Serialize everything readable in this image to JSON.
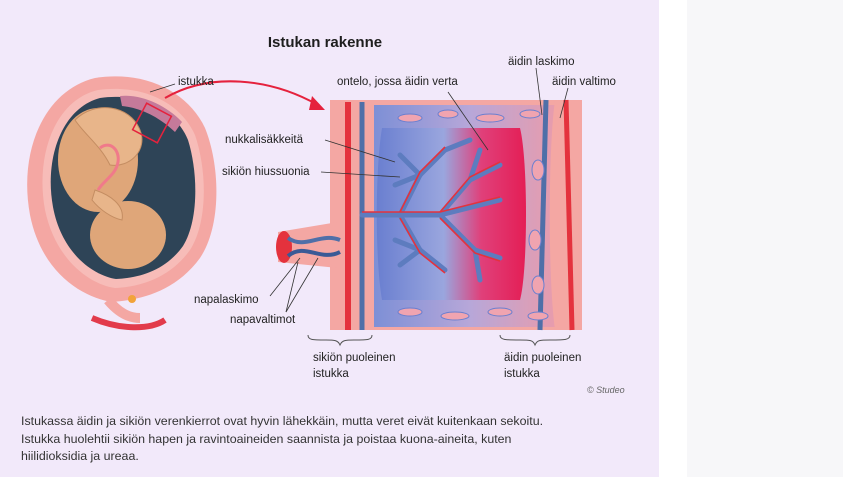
{
  "diagram": {
    "title": "Istukan rakenne",
    "labels": {
      "placenta": "istukka",
      "cavity": "ontelo, jossa äidin verta",
      "mother_vein": "äidin laskimo",
      "mother_artery": "äidin valtimo",
      "villi": "nukkalisäkkeitä",
      "fetal_capillaries": "sikiön hiussuonia",
      "umbilical_vein": "napalaskimo",
      "umbilical_arteries": "napavaltimot",
      "fetal_side_line1": "sikiön puoleinen",
      "fetal_side_line2": "istukka",
      "maternal_side_line1": "äidin puoleinen",
      "maternal_side_line2": "istukka"
    },
    "credit": "© Studeo",
    "colors": {
      "panel_bg": "#f2e9fa",
      "tissue_pink": "#f4a7a3",
      "artery_red": "#e4323d",
      "vein_blue": "#4f6fa8",
      "blood_pool": "#e5245a",
      "fetus_skin": "#dfa679",
      "amniotic_dark": "#2e4457"
    }
  },
  "caption": {
    "line1": "Istukassa äidin ja sikiön verenkierrot ovat hyvin lähekkäin, mutta veret eivät kuitenkaan sekoitu.",
    "line2": "Istukka huolehtii sikiön hapen ja ravintoaineiden saannista ja poistaa kuona-aineita, kuten",
    "line3": "hiilidioksidia ja ureaa."
  }
}
